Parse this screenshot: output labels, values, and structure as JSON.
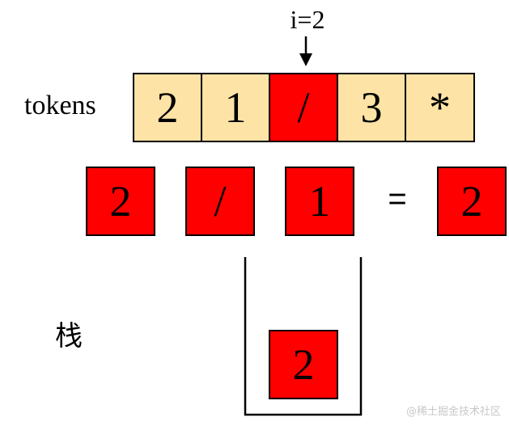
{
  "colors": {
    "token_default": "#fde3a5",
    "token_current": "#ff0000",
    "expr_box": "#ff0000",
    "stack_box": "#ff0000",
    "stroke": "#000000"
  },
  "pointer": {
    "label": "i=2",
    "index": 2
  },
  "tokens": {
    "label": "tokens",
    "items": [
      "2",
      "1",
      "/",
      "3",
      "*"
    ]
  },
  "expression": {
    "left": "2",
    "operator": "/",
    "right": "1",
    "equals": "=",
    "result": "2"
  },
  "stack": {
    "label": "栈",
    "items": [
      "2"
    ]
  },
  "watermark": "@稀土掘金技术社区"
}
